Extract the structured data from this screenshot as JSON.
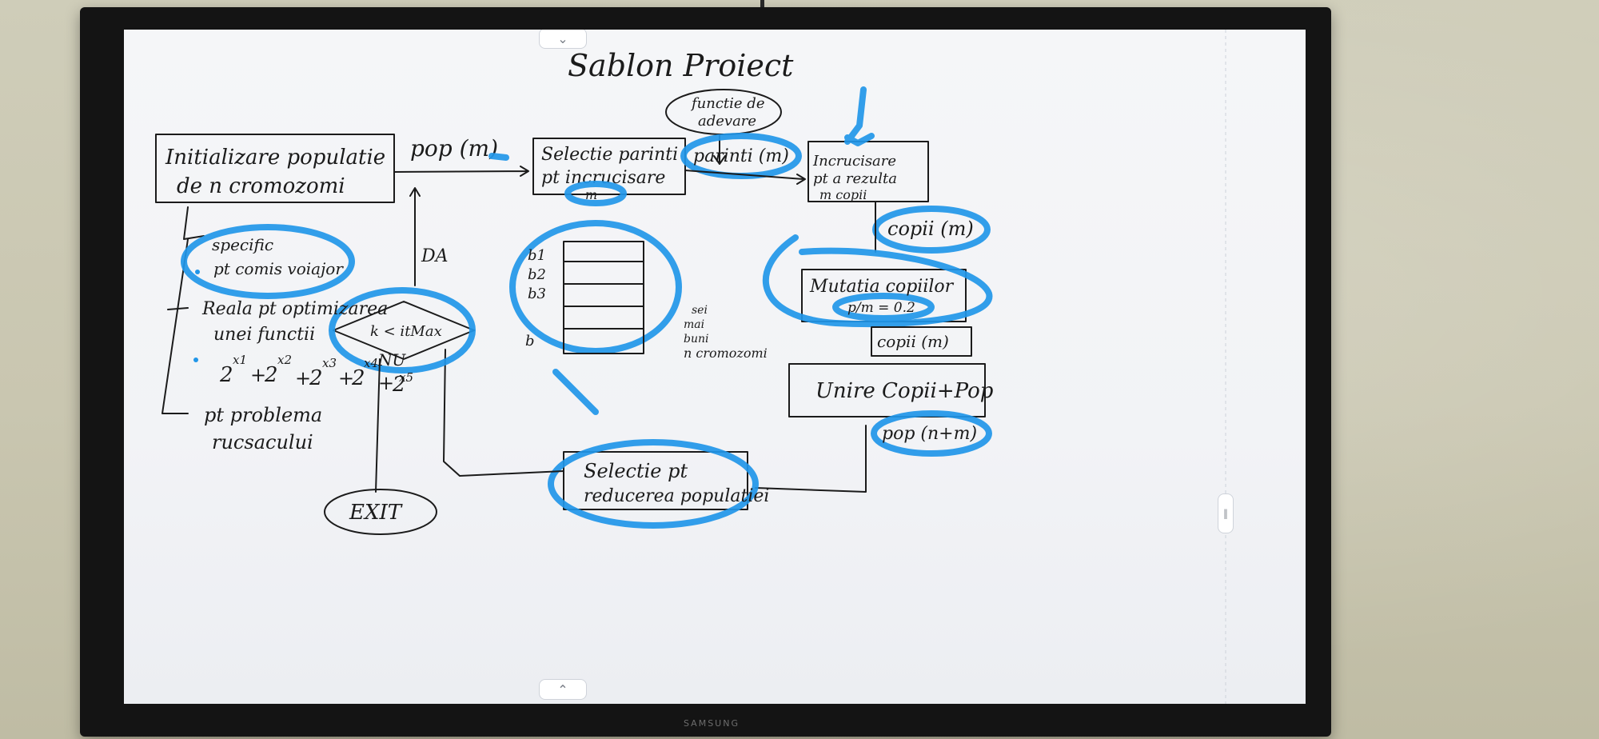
{
  "device": {
    "brand": "SAMSUNG"
  },
  "whiteboard": {
    "title": "Sablon Proiect",
    "top_handle_icon": "chevron-down-icon",
    "bottom_handle_icon": "chevron-up-icon",
    "side_handle_icon": "grip-icon",
    "ink_color": "#1b1b1b",
    "highlight_color": "#2196e8",
    "nodes": {
      "fitness": [
        "functie de",
        "adevare"
      ],
      "init": [
        "Initializare populatie",
        "de n cromozomi"
      ],
      "pop": "pop (m)",
      "select": [
        "Selectie parinti",
        "pt incrucisare"
      ],
      "select_m": "m",
      "parents": "parinti (m)",
      "crossover": [
        "Incrucisare",
        "pt a rezulta",
        "m copii"
      ],
      "children1": "copii (m)",
      "mutation": [
        "Mutatia copiilor",
        "p/m = 0.2"
      ],
      "children2": "copii (m)",
      "union": "Unire Copii+Pop",
      "pop_nm": "pop (n+m)",
      "reduce": [
        "Selectie pt",
        "reducerea populatiei"
      ],
      "exit": "EXIT",
      "decision": "k < itMax",
      "yes": "DA",
      "no": "NU"
    },
    "notes": {
      "specific": [
        "specific",
        "pt comis voiajor"
      ],
      "real": [
        "Reala pt optimizarea",
        "unei functii"
      ],
      "formula_base": "2",
      "formula_exps": [
        "x1",
        "x2",
        "x3",
        "x4",
        "x5"
      ],
      "problem": [
        "pt problema",
        "rucsacului"
      ],
      "rows": [
        "b1",
        "b2",
        "b3",
        "b"
      ],
      "right_note": [
        "sei",
        "mai",
        "buni",
        "n cromozomi"
      ]
    }
  }
}
